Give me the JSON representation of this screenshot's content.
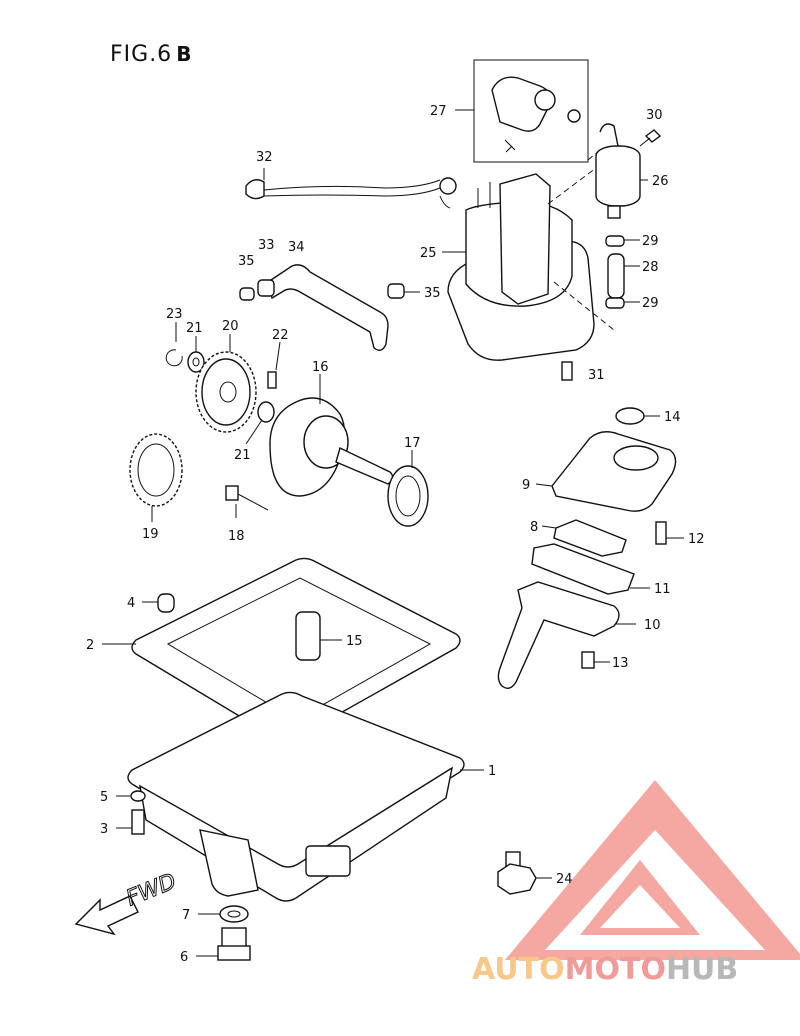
{
  "figure": {
    "title": "FIG.6",
    "suffix": "B",
    "direction_label": "FWD"
  },
  "watermark": {
    "part1": "AUTO",
    "part2": "MOTO",
    "part3": "HUB",
    "colors": {
      "triangle": "#f28b82",
      "auto": "#f7c88a",
      "moto": "#f19a9a",
      "hub": "#b8b8b8"
    }
  },
  "callouts": [
    "1",
    "2",
    "3",
    "4",
    "5",
    "6",
    "7",
    "8",
    "9",
    "10",
    "11",
    "12",
    "13",
    "14",
    "15",
    "16",
    "17",
    "18",
    "19",
    "20",
    "21",
    "21",
    "22",
    "23",
    "24",
    "25",
    "26",
    "27",
    "28",
    "29",
    "29",
    "30",
    "31",
    "32",
    "33",
    "34",
    "35",
    "35"
  ]
}
